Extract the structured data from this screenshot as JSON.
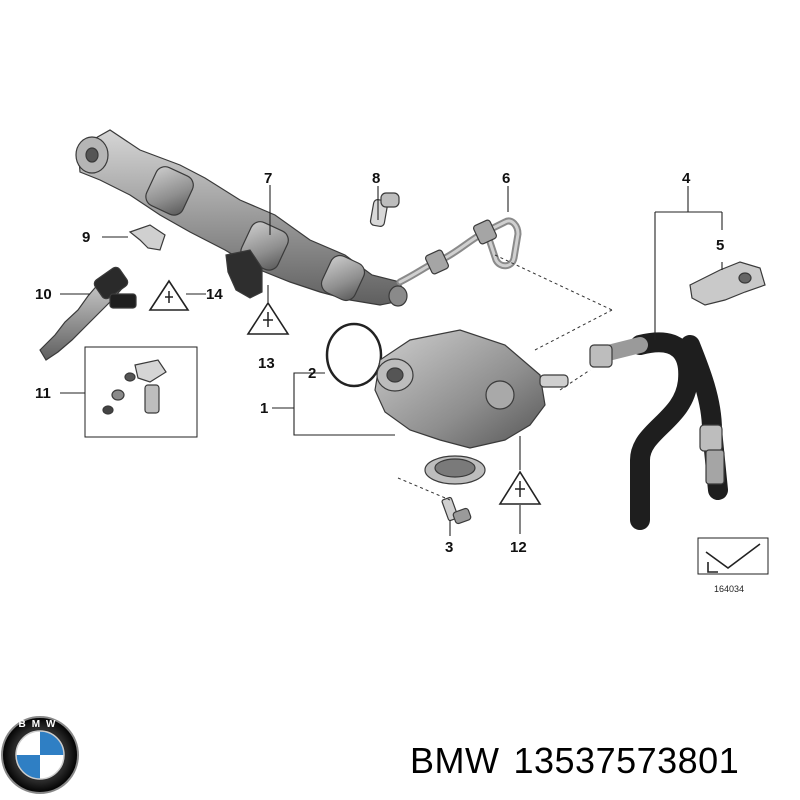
{
  "diagram": {
    "callouts": {
      "c1": "1",
      "c2": "2",
      "c3": "3",
      "c4": "4",
      "c5": "5",
      "c6": "6",
      "c7": "7",
      "c8": "8",
      "c9": "9",
      "c10": "10",
      "c11": "11",
      "c12": "12",
      "c13": "13",
      "c14": "14"
    },
    "reference_code": "164034"
  },
  "footer": {
    "brand": "BMW",
    "part_number": "13537573801"
  },
  "colors": {
    "metal": "#9a9a9a",
    "metal_dark": "#5f5f5f",
    "hose": "#1e1e1e",
    "logo_blue": "#2f7fc4"
  }
}
